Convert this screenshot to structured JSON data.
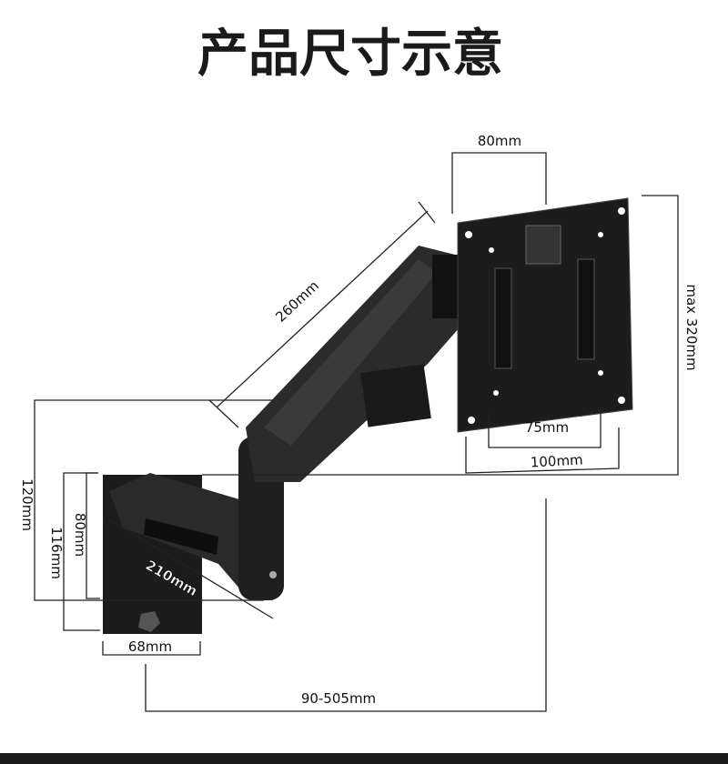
{
  "title": "产品尺寸示意",
  "dimensions": {
    "vesa_top_width": "80mm",
    "arm_length": "260mm",
    "max_height": "max 320mm",
    "vesa_75": "75mm",
    "vesa_100": "100mm",
    "total_height": "120mm",
    "wall_plate_height": "116mm",
    "wall_plate_inner": "80mm",
    "lower_arm_length": "210mm",
    "wall_plate_width": "68mm",
    "extension_range": "90-505mm"
  },
  "colors": {
    "product": "#1c1c1c",
    "lines": "#222222"
  }
}
